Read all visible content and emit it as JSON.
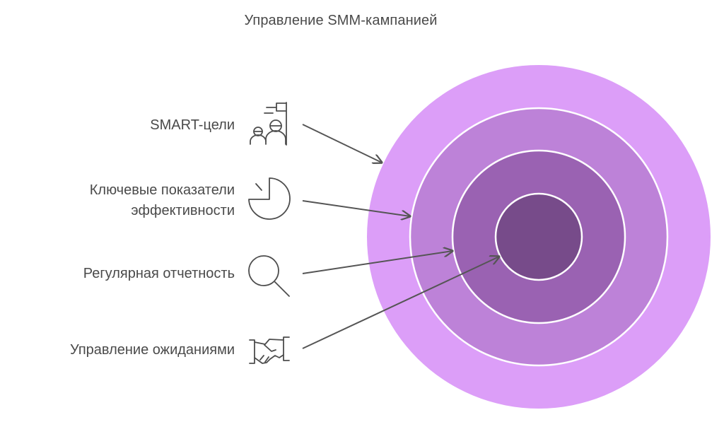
{
  "title": "Управление SMM-кампанией",
  "items": [
    {
      "label": "SMART-цели",
      "icon": "goals-team-flag-icon"
    },
    {
      "label": "Ключевые показатели\nэффективности",
      "icon": "pie-chart-icon"
    },
    {
      "label": "Регулярная отчетность",
      "icon": "magnifier-icon"
    },
    {
      "label": "Управление ожиданиями",
      "icon": "handshake-icon"
    }
  ],
  "colors": {
    "ring_outer": "#dc9ef8",
    "ring_2": "#bd82d8",
    "ring_3": "#9a62b2",
    "ring_inner": "#774b8a",
    "ring_border": "#ffffff",
    "text": "#4a4a4a",
    "icon_stroke": "#4d4d4d",
    "arrow": "#555555"
  }
}
